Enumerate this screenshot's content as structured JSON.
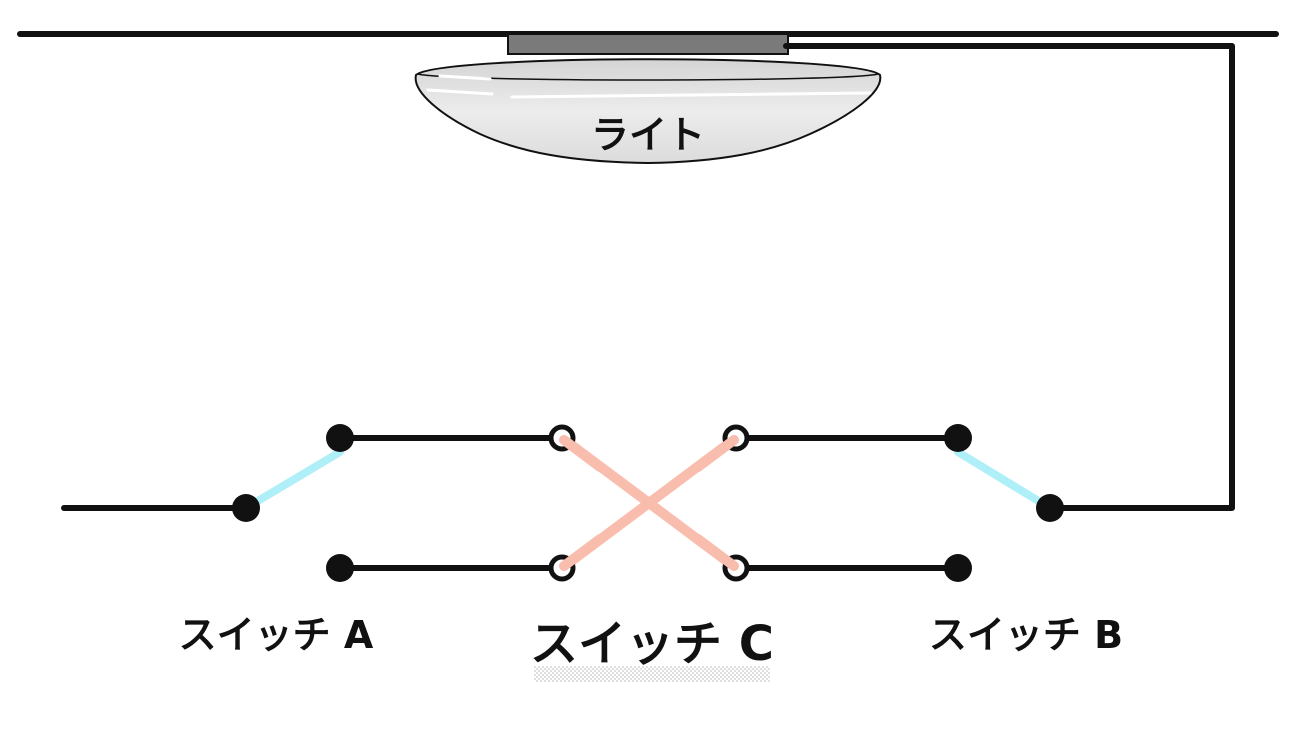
{
  "light": {
    "label": "ライト"
  },
  "switches": {
    "a": {
      "label": "スイッチ A"
    },
    "c": {
      "label": "スイッチ C"
    },
    "b": {
      "label": "スイッチ B"
    }
  },
  "colors": {
    "wire": "#111111",
    "switch_lever": "#aeeff8",
    "crossover": "#f9bdad",
    "light_base": "#7a7a7a",
    "light_shade": "#e6e6e6"
  }
}
